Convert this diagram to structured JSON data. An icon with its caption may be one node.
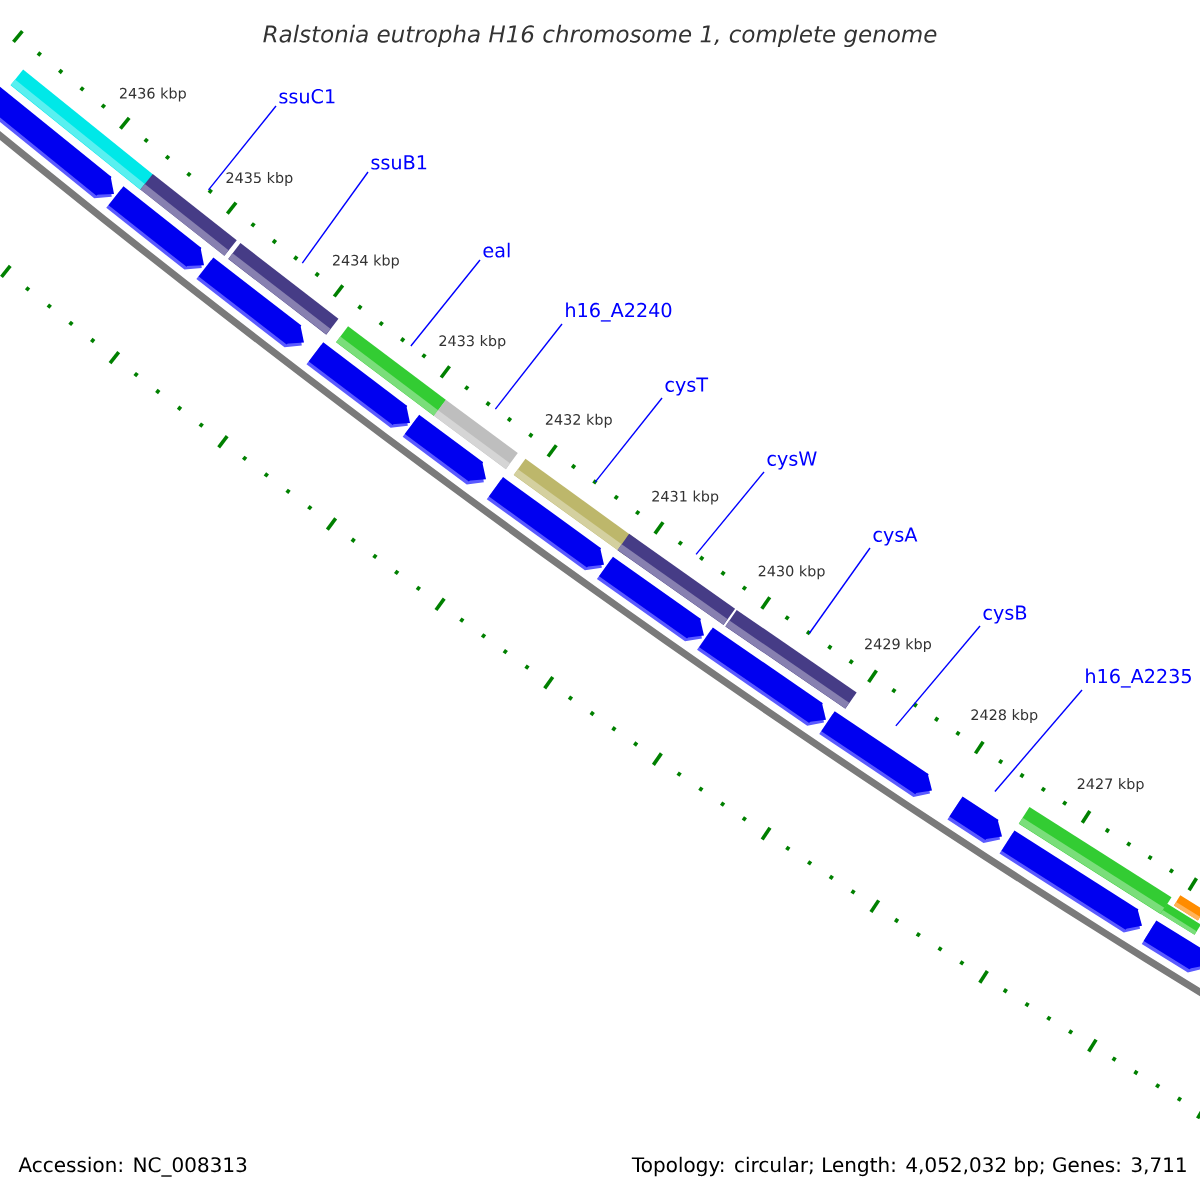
{
  "diagram": {
    "title": "Ralstonia eutropha H16 chromosome 1, complete genome",
    "nodes": [
      {
        "text": [
          "ssuC1"
        ]
      },
      {
        "text": [
          "ssuB1"
        ]
      },
      {
        "text": [
          "eal"
        ]
      },
      {
        "text": [
          "h16_A2240"
        ]
      },
      {
        "text": [
          "cysT"
        ]
      },
      {
        "text": [
          "cysW"
        ]
      },
      {
        "text": [
          "cysA"
        ]
      },
      {
        "text": [
          "cysB"
        ]
      },
      {
        "text": [
          "h16_A2235"
        ]
      },
      {
        "text": [],
        "shape": "bar"
      },
      {
        "text": [],
        "shape": "bar"
      },
      {
        "text": [],
        "shape": "bar"
      },
      {
        "text": [],
        "shape": "bar"
      },
      {
        "text": [],
        "shape": "bar"
      },
      {
        "text": [],
        "shape": "bar"
      },
      {
        "text": [],
        "shape": "bar"
      },
      {
        "text": [],
        "shape": "bar"
      },
      {
        "text": [],
        "shape": "bar"
      },
      {
        "text": [],
        "shape": "bar"
      },
      {
        "text": [],
        "shape": "bar"
      },
      {
        "text": [],
        "shape": "pentagon"
      },
      {
        "text": [],
        "shape": "pentagon"
      },
      {
        "text": [],
        "shape": "pentagon"
      },
      {
        "text": [],
        "shape": "pentagon"
      },
      {
        "text": [],
        "shape": "pentagon"
      },
      {
        "text": [],
        "shape": "pentagon"
      },
      {
        "text": [],
        "shape": "pentagon"
      },
      {
        "text": [],
        "shape": "pentagon"
      },
      {
        "text": [],
        "shape": "pentagon"
      },
      {
        "text": [],
        "shape": "pentagon"
      },
      {
        "text": [],
        "shape": "pentagon"
      },
      {
        "text": [],
        "shape": "pentagon"
      }
    ],
    "edges": [
      {
        "from": 0,
        "to": 10,
        "arrow": "none"
      },
      {
        "from": 1,
        "to": 11,
        "arrow": "none"
      },
      {
        "from": 2,
        "to": 12,
        "arrow": "none"
      },
      {
        "from": 3,
        "to": 13,
        "arrow": "none"
      },
      {
        "from": 4,
        "to": 14,
        "arrow": "none"
      },
      {
        "from": 5,
        "to": 15,
        "arrow": "none"
      },
      {
        "from": 6,
        "to": 16,
        "arrow": "none"
      },
      {
        "from": 7,
        "to": 28,
        "arrow": "none"
      },
      {
        "from": 8,
        "to": 29,
        "arrow": "none"
      }
    ],
    "labels": [
      "2436 kbp",
      "2435 kbp",
      "2434 kbp",
      "2433 kbp",
      "2432 kbp",
      "2431 kbp",
      "2430 kbp",
      "2429 kbp",
      "2428 kbp",
      "2427 kbp",
      "Accession: NC_008313",
      "Topology: circular; Length: 4,052,032 bp; Genes: 3,711"
    ]
  }
}
